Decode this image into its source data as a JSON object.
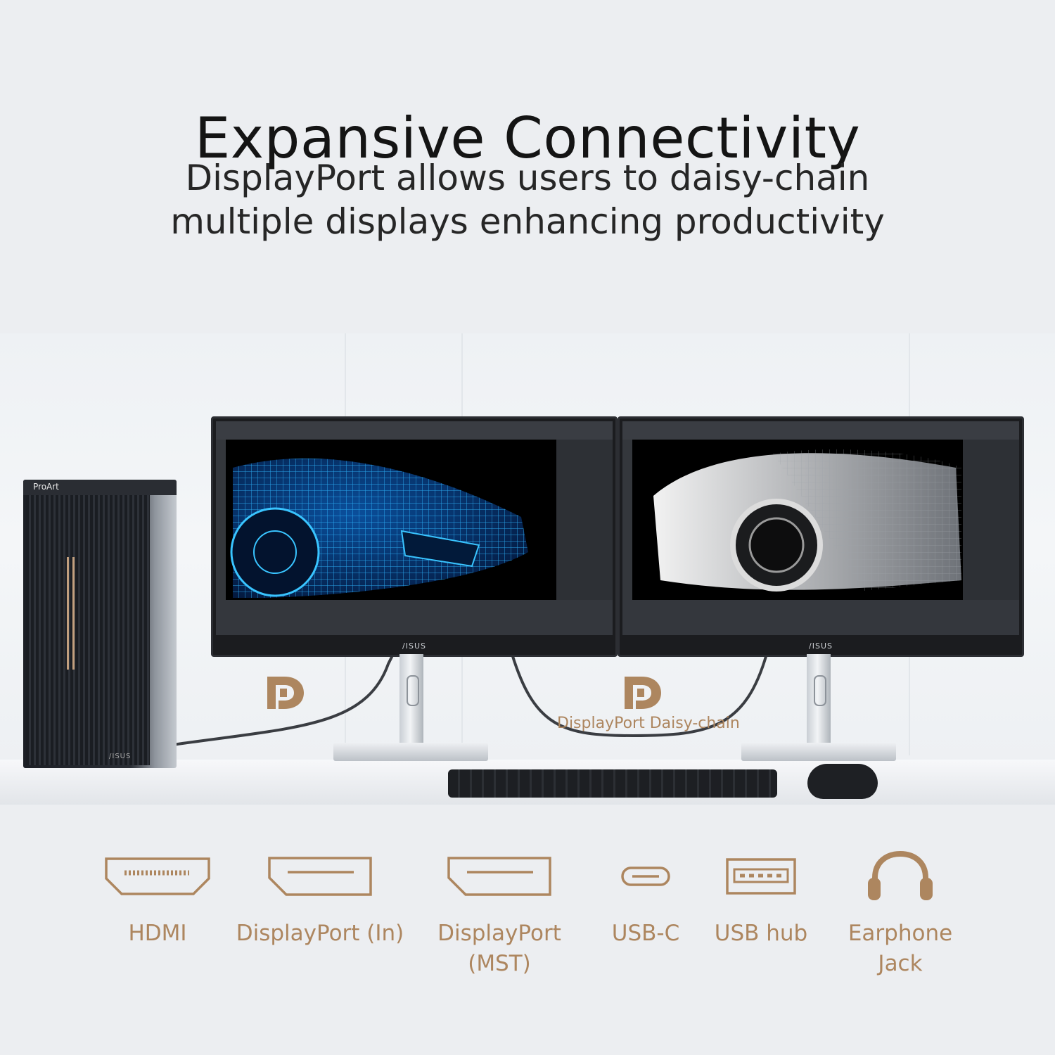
{
  "header": {
    "title": "Expansive Connectivity",
    "subtitle_line1": "DisplayPort allows users to daisy-chain",
    "subtitle_line2": "multiple displays enhancing productivity"
  },
  "scene": {
    "pc_label": "ProArt",
    "pc_logo": "/ISUS",
    "monitor_logo": "/ISUS",
    "daisy_chain_label": "DisplayPort  Daisy-chain"
  },
  "ports": [
    {
      "label": "HDMI",
      "icon": "hdmi-icon"
    },
    {
      "label": "DisplayPort (In)",
      "icon": "displayport-in-icon"
    },
    {
      "label": "DisplayPort\n(MST)",
      "icon": "displayport-mst-icon"
    },
    {
      "label": "USB-C",
      "icon": "usb-c-icon"
    },
    {
      "label": "USB hub",
      "icon": "usb-hub-icon"
    },
    {
      "label": "Earphone\nJack",
      "icon": "earphone-jack-icon"
    }
  ],
  "colors": {
    "accent": "#ad865f",
    "background": "#eceef1",
    "title": "#141414"
  }
}
